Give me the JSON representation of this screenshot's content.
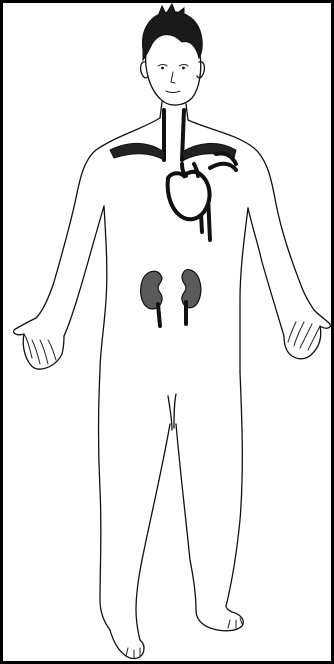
{
  "figure": {
    "subject": "human-body-outline",
    "organs_shown": [
      "heart",
      "kidneys",
      "major-blood-vessels"
    ],
    "colors": {
      "border": "#000000",
      "background": "#ffffff",
      "line": "#111111",
      "organ_fill": "#5a5a5a"
    }
  }
}
